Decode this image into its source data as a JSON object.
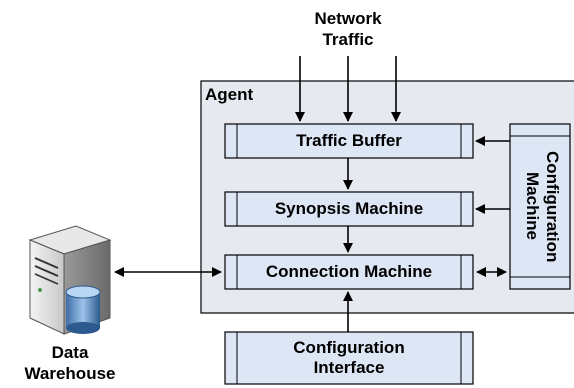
{
  "title_top": {
    "line1": "Network",
    "line2": "Traffic"
  },
  "agent": {
    "label": "Agent"
  },
  "components": {
    "traffic_buffer": "Traffic Buffer",
    "synopsis_machine": "Synopsis Machine",
    "connection_machine": "Connection Machine",
    "configuration_machine": "Configuration Machine",
    "configuration_interface": {
      "line1": "Configuration",
      "line2": "Interface"
    }
  },
  "data_warehouse": {
    "line1": "Data",
    "line2": "Warehouse",
    "icon": "server-database-icon"
  },
  "colors": {
    "box_fill": "#dde6f4",
    "agent_fill": "#e6e9ef",
    "border": "#000000",
    "arrow": "#000000"
  }
}
